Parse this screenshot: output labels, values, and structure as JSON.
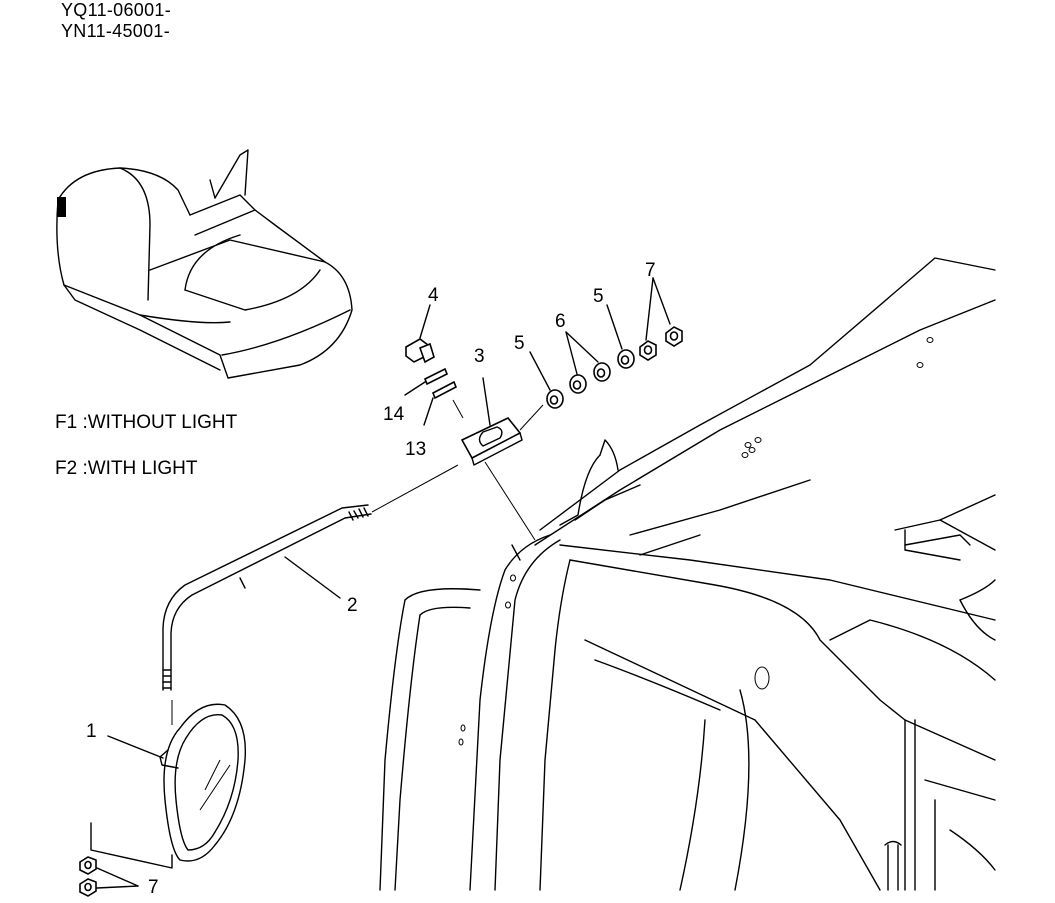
{
  "header": {
    "serial_1": "YQ11-06001-",
    "serial_2": "YN11-45001-"
  },
  "notes": {
    "f1": "F1 :WITHOUT LIGHT",
    "f2": "F2 :WITH LIGHT"
  },
  "callouts": {
    "c1": "1",
    "c2": "2",
    "c3": "3",
    "c4": "4",
    "c5a": "5",
    "c5b": "5",
    "c6": "6",
    "c7a": "7",
    "c7b": "7",
    "c13": "13",
    "c14": "14"
  }
}
